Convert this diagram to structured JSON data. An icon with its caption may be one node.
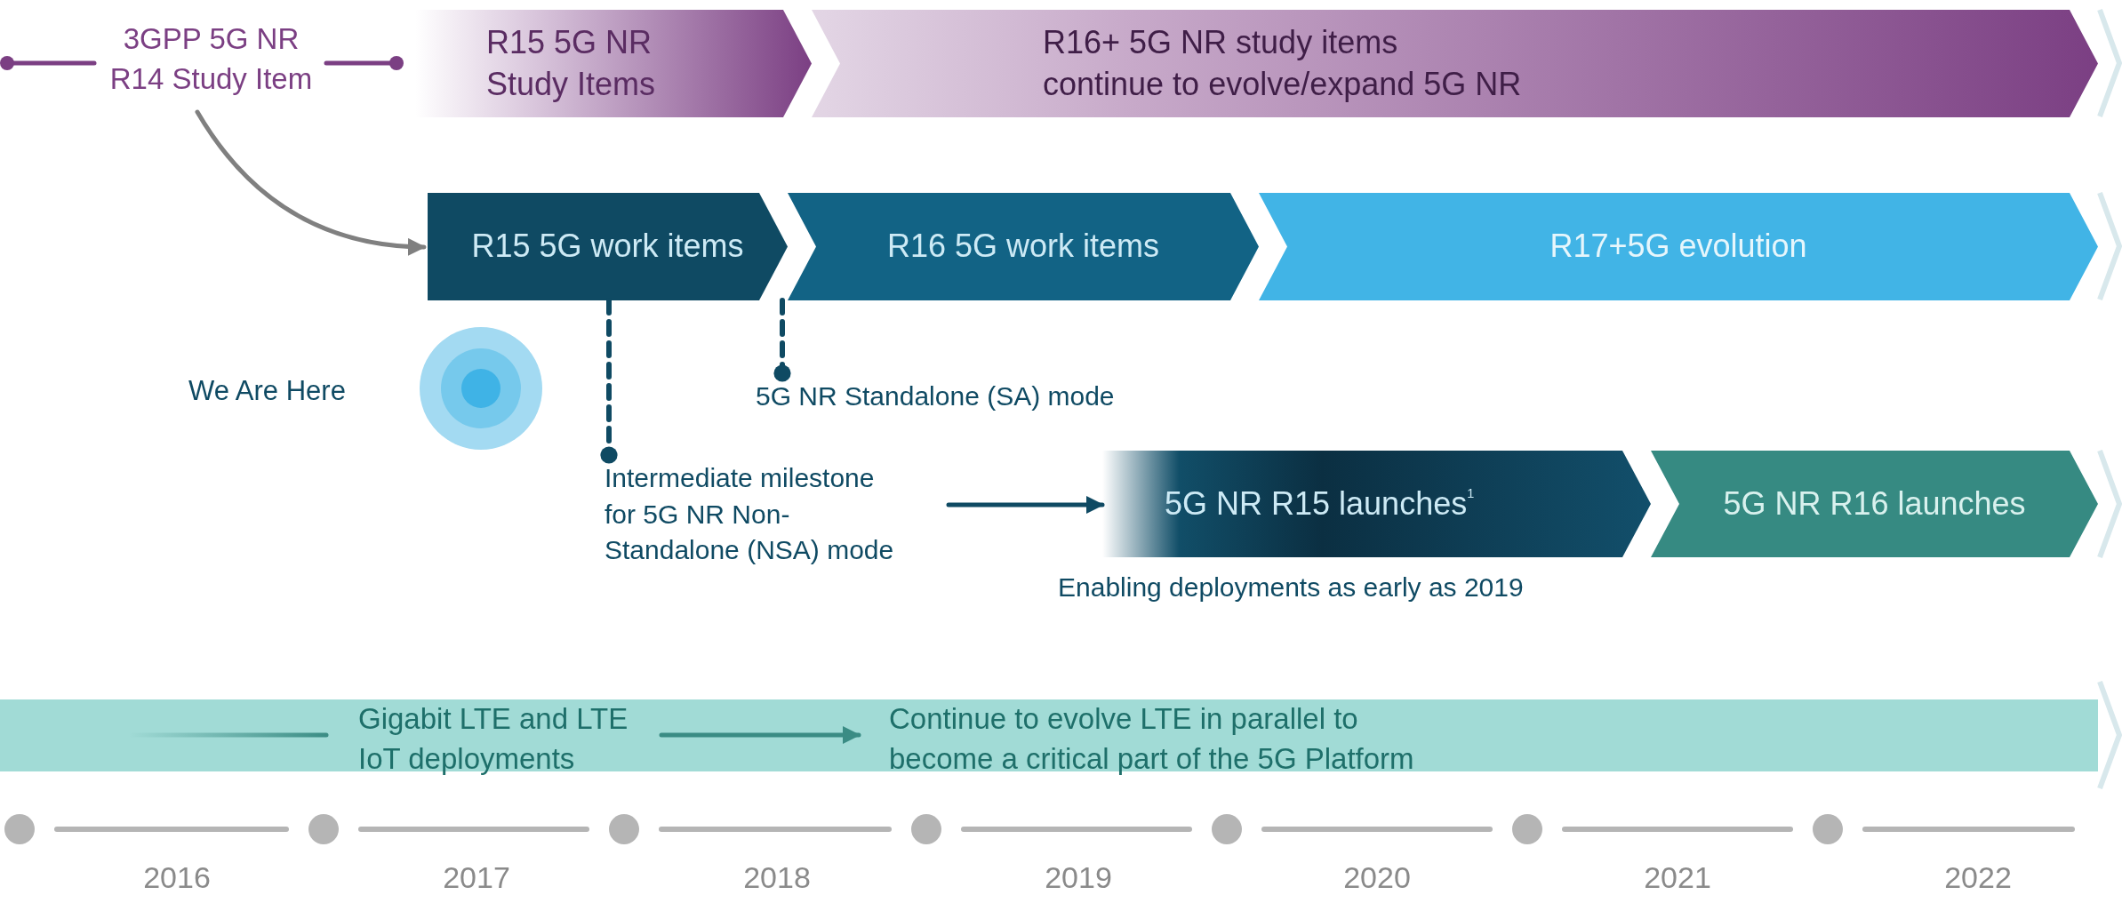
{
  "diagram": {
    "nodes": [
      {
        "text": [
          "3GPP 5G NR R14 Study Item"
        ]
      },
      {
        "text": [
          "R15 5G NR Study Items"
        ]
      },
      {
        "text": [
          "R16+ 5G NR study items continue to evolve/expand 5G NR"
        ]
      },
      {
        "text": [
          "R15 5G work items"
        ]
      },
      {
        "text": [
          "R16 5G work items"
        ]
      },
      {
        "text": [
          "R17+5G evolution"
        ]
      },
      {
        "text": [
          "5G NR Standalone (SA) mode"
        ]
      },
      {
        "text": [
          "Intermediate milestone for 5G NR Non-Standalone (NSA) mode"
        ]
      },
      {
        "text": [
          "5G NR R15 launches$^{1}$"
        ],
        "beside": [
          "Enabling deployments as early as 2019"
        ]
      },
      {
        "text": [
          "5G NR R16 launches"
        ]
      },
      {
        "text": [],
        "shape": "bar"
      },
      {
        "text": [
          "Gigabit LTE and LTE IoT deployments"
        ],
        "in": 10
      },
      {
        "text": [
          "Continue to evolve LTE in parallel to become a critical part of the 5G Platform"
        ],
        "in": 10
      }
    ],
    "edges": [
      {
        "from": null,
        "to": 0,
        "arrow": "other",
        "color": "#7b3f83"
      },
      {
        "from": 0,
        "to": 1,
        "arrow": "other",
        "color": "#7b3f83"
      },
      {
        "from": 0,
        "to": 3,
        "arrow": "to",
        "color": "#808080"
      },
      {
        "from": 3,
        "to": 7,
        "arrow": "other",
        "style": "dashed"
      },
      {
        "from": 3,
        "to": 6,
        "arrow": "other",
        "style": "dashed"
      },
      {
        "from": 7,
        "to": 8,
        "arrow": "to"
      },
      {
        "from": null,
        "to": 11,
        "arrow": "none",
        "color": "#3a8c84"
      },
      {
        "from": 11,
        "to": 12,
        "arrow": "to",
        "color": "#3a8c84"
      }
    ],
    "labels": [
      "We Are Here",
      "2016",
      "2017",
      "2018",
      "2019",
      "2020",
      "2021",
      "2022"
    ]
  }
}
